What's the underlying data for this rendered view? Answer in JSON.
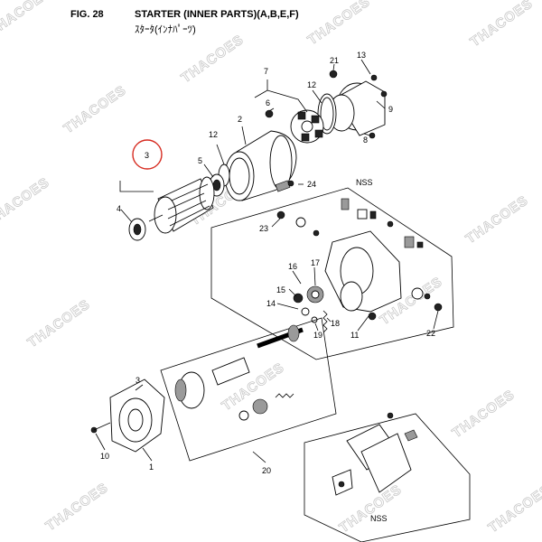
{
  "header": {
    "fig_label": "FIG. 28",
    "title": "STARTER (INNER PARTS)(A,B,E,F)",
    "subtitle": "ｽﾀｰﾀ(ｲﾝﾅﾊﾟｰﾂ)"
  },
  "watermark": "THACOES",
  "callouts": {
    "c1": "1",
    "c2": "2",
    "c3": "3",
    "c4": "4",
    "c5": "5",
    "c6": "6",
    "c7": "7",
    "c8": "8",
    "c9": "9",
    "c10": "10",
    "c11": "11",
    "c12a": "12",
    "c12b": "12",
    "c13": "13",
    "c14": "14",
    "c15": "15",
    "c16": "16",
    "c17": "17",
    "c18": "18",
    "c19": "19",
    "c20": "20",
    "c21": "21",
    "c22": "22",
    "c23": "23",
    "c24": "24",
    "nss1": "NSS",
    "nss2": "NSS"
  },
  "highlight": {
    "part": "3",
    "color": "#d62a1f"
  }
}
